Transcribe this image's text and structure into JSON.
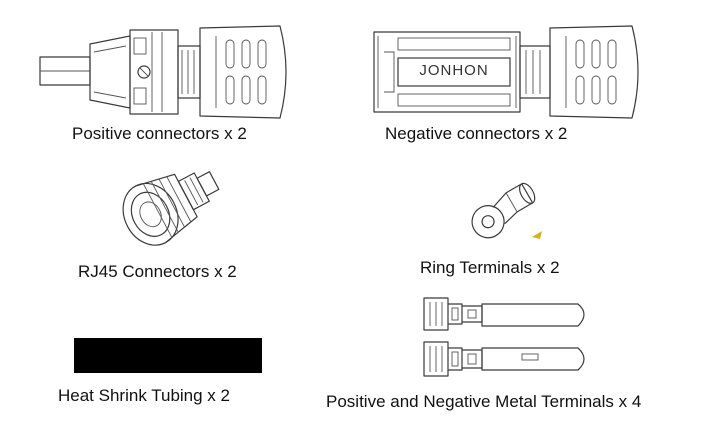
{
  "items": {
    "positive_connectors": {
      "caption": "Positive connectors x 2"
    },
    "negative_connectors": {
      "caption": "Negative connectors x 2",
      "brand": "JONHON"
    },
    "rj45_connectors": {
      "caption": "RJ45 Connectors x 2"
    },
    "ring_terminals": {
      "caption": "Ring Terminals x 2"
    },
    "heat_shrink": {
      "caption": "Heat Shrink Tubing x 2",
      "color": "#000000"
    },
    "metal_terminals": {
      "caption": "Positive and Negative Metal Terminals x 4"
    }
  },
  "icons": [
    "positive-connector-icon",
    "negative-connector-icon",
    "rj45-connector-icon",
    "ring-terminal-icon",
    "heat-shrink-tube-icon",
    "metal-terminals-icon"
  ]
}
